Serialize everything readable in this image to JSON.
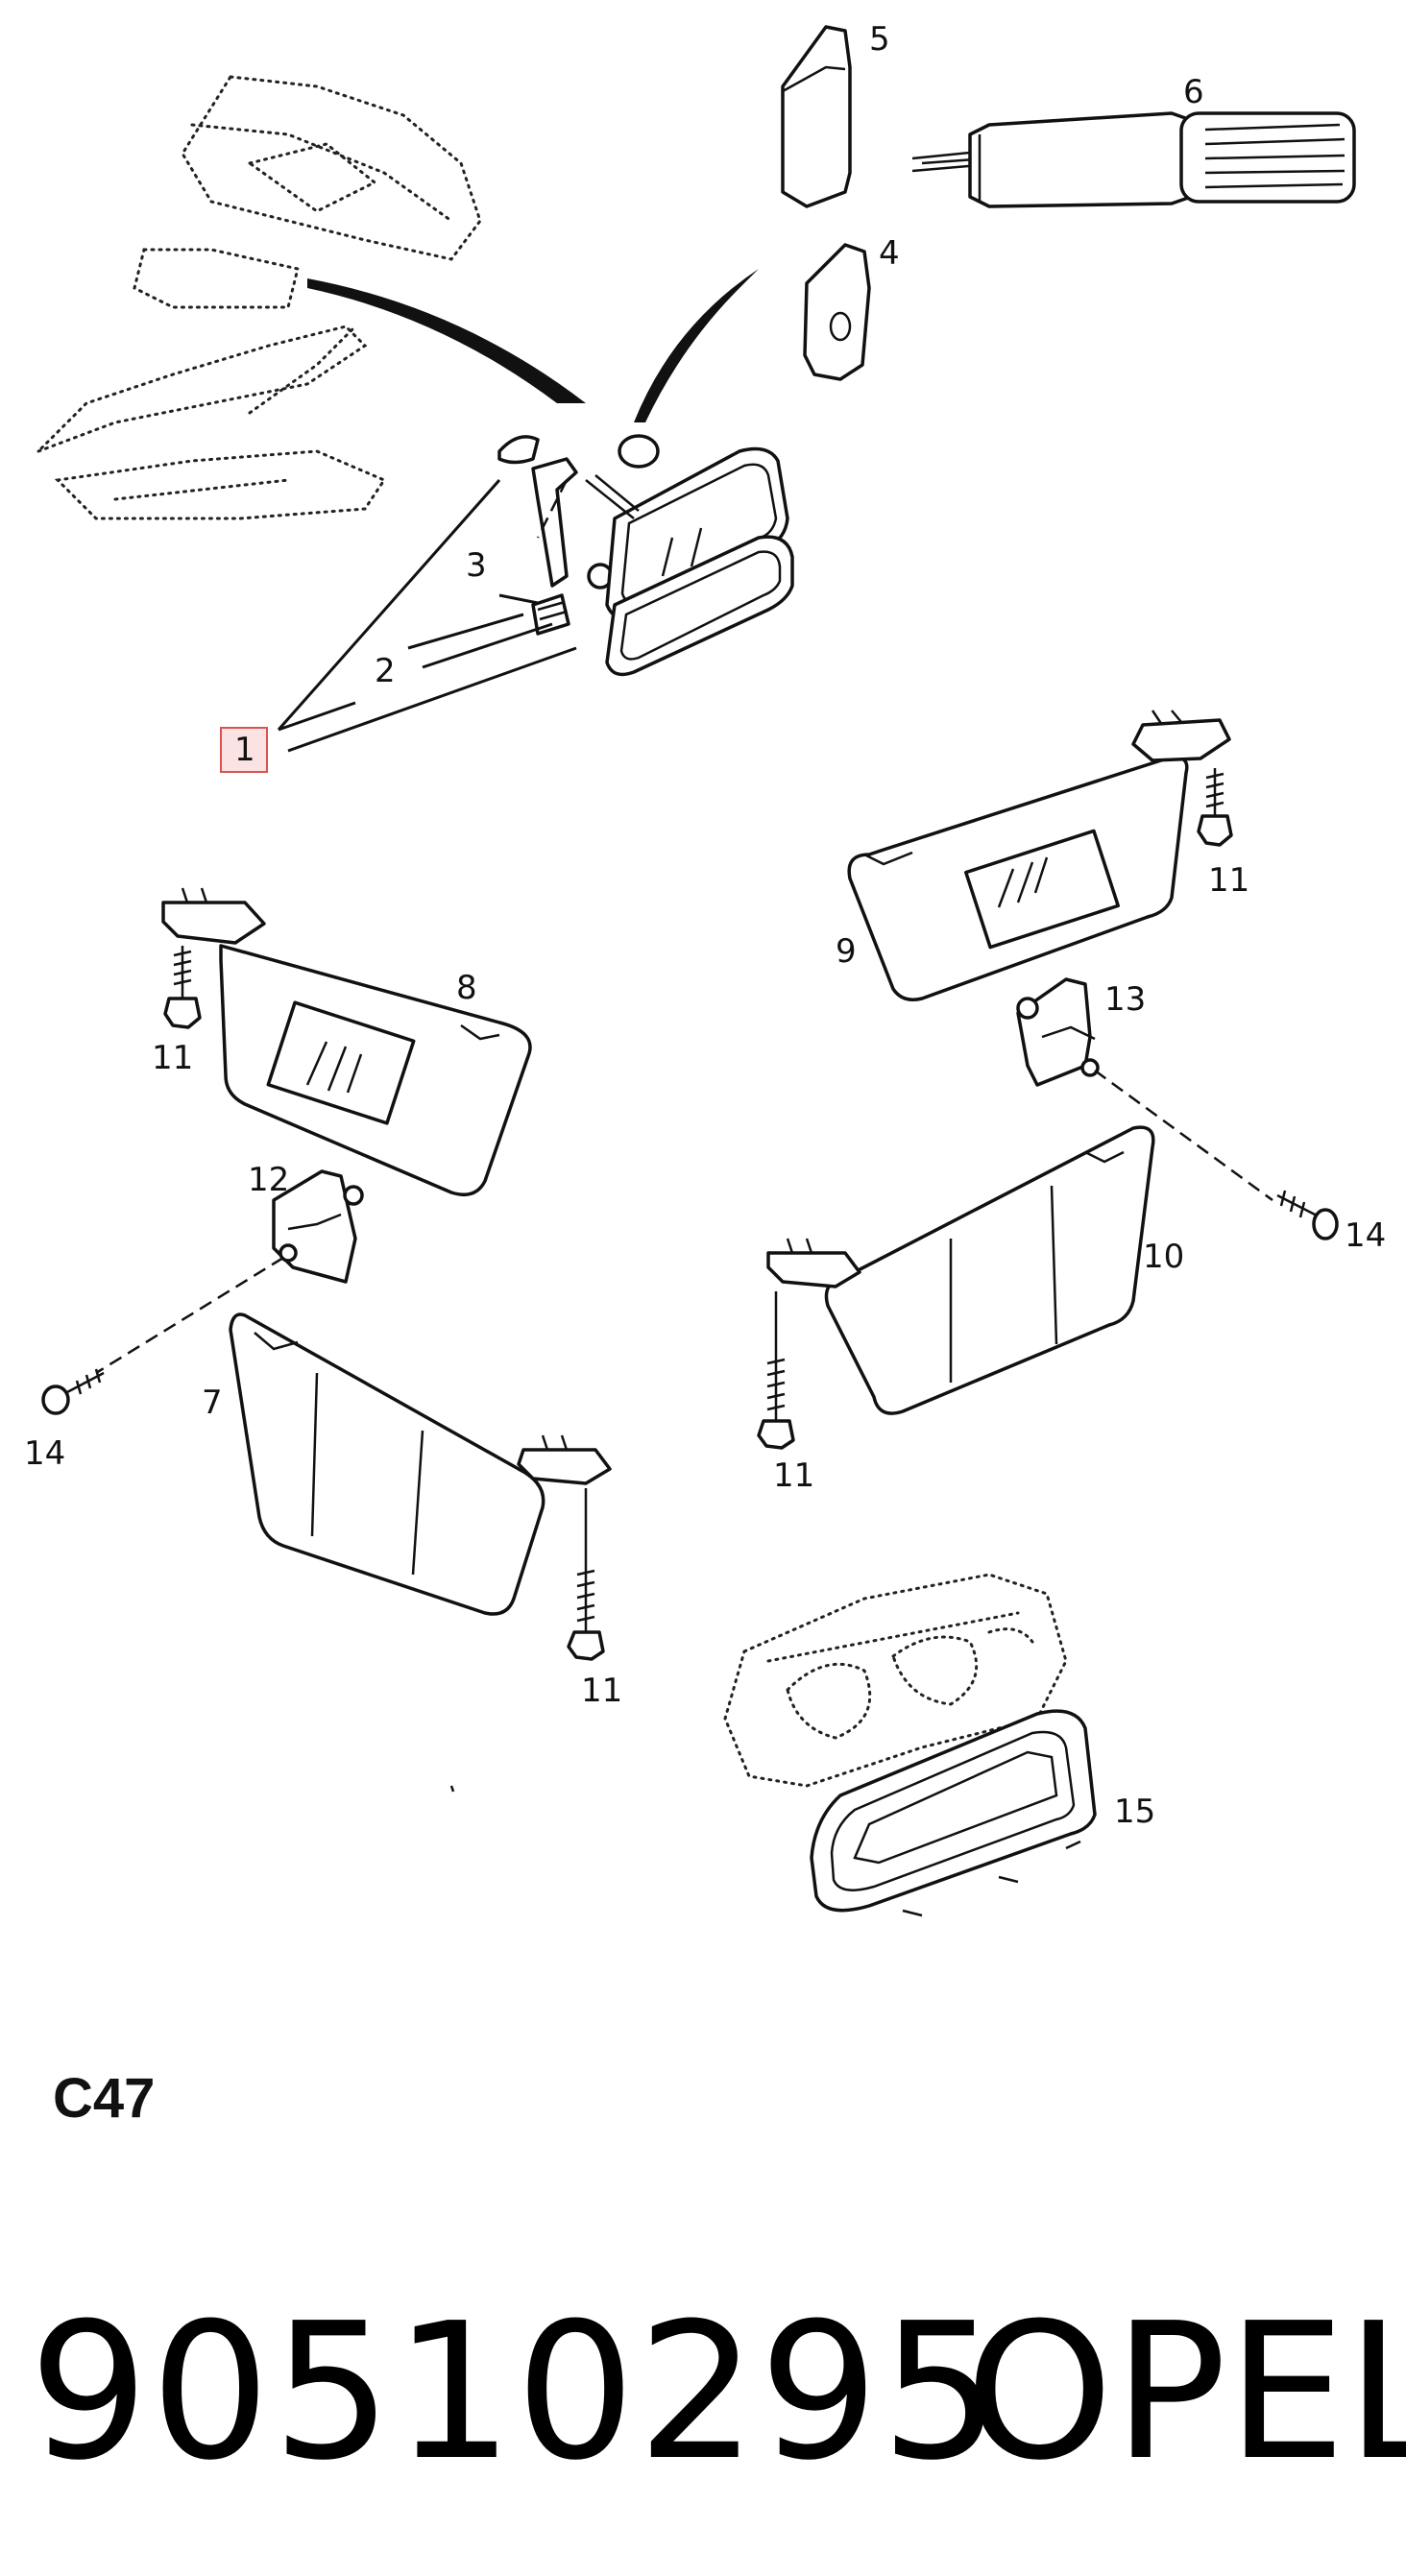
{
  "callouts": {
    "c1": "1",
    "c2": "2",
    "c3": "3",
    "c4": "4",
    "c5": "5",
    "c6": "6",
    "c7": "7",
    "c8": "8",
    "c9": "9",
    "c10": "10",
    "c11a": "11",
    "c11b": "11",
    "c11c": "11",
    "c11d": "11",
    "c12": "12",
    "c13": "13",
    "c14a": "14",
    "c14b": "14",
    "c15": "15"
  },
  "sheet_code": "C47",
  "part_number": "90510295",
  "brand": "OPEL",
  "colors": {
    "line": "#111111",
    "highlight_box": "#d9534f",
    "highlight_fill": "#fbe3e3"
  }
}
